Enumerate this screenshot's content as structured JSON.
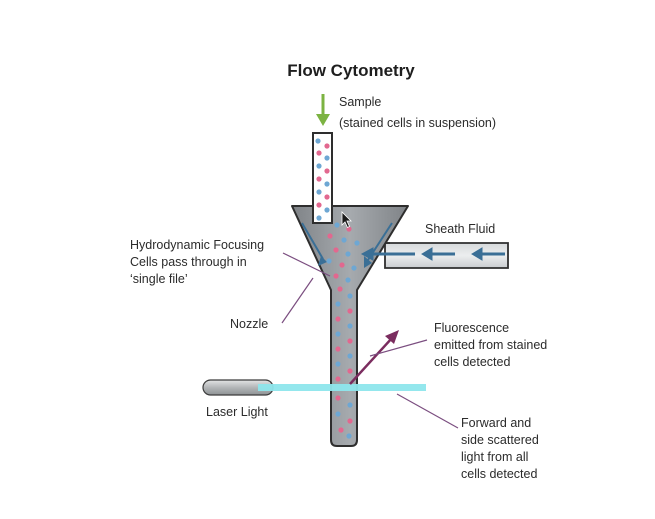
{
  "title": "Flow Cytometry",
  "labels": {
    "sample_line1": "Sample",
    "sample_line2": "(stained cells in suspension)",
    "sheath_fluid": "Sheath Fluid",
    "focusing_line1": "Hydrodynamic Focusing",
    "focusing_line2": "Cells pass through in",
    "focusing_line3": "‘single file’",
    "nozzle": "Nozzle",
    "fluorescence_line1": "Fluorescence",
    "fluorescence_line2": "emitted from stained",
    "fluorescence_line3": "cells detected",
    "laser_light": "Laser Light",
    "scatter_line1": "Forward and",
    "scatter_line2": "side scattered",
    "scatter_line3": "light from all",
    "scatter_line4": "cells detected"
  },
  "icons": {
    "sample_arrow": "down-arrow-icon",
    "sheath_arrows": "left-arrow-icon",
    "fluorescence_arrow": "diagonal-arrow-icon",
    "cursor": "mouse-pointer-icon"
  },
  "colors": {
    "sample_arrow": "#7cb342",
    "flow_arrow": "#3a6f96",
    "cell_pink": "#e2688f",
    "cell_blue": "#6ea7d3",
    "laser_beam": "#8ee6ec",
    "fluorescence": "#7b2d5f",
    "tube_body": "#9a9ea2",
    "tube_outline": "#2e2e2e"
  }
}
